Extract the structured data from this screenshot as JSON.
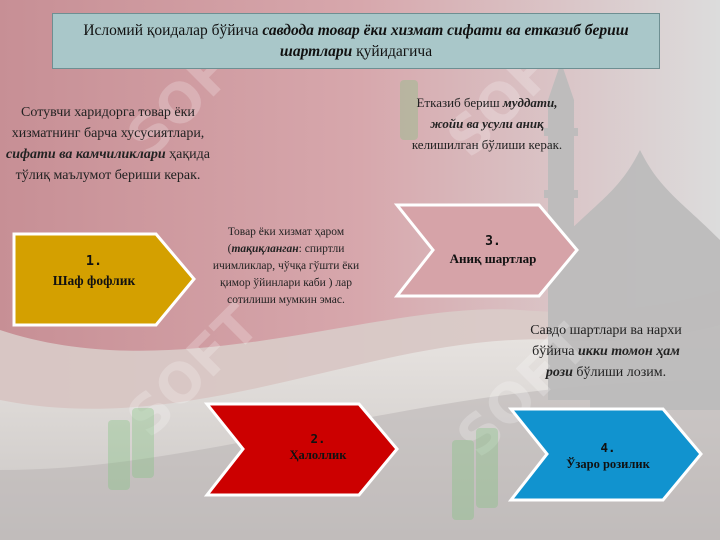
{
  "title": {
    "part1": "Исломий қоидалар бўйича ",
    "bold": "савдода товар ёки хизмат сифати ва етказиб бериш шартлари",
    "part2": " қуйидагича"
  },
  "texts": {
    "seller": {
      "part1": "Сотувчи харидорга товар ёки хизматнинг барча хусусиятлари, ",
      "bold": "сифати ва камчиликлари",
      "part2": " ҳақида тўлиқ маълумот бериши керак."
    },
    "goods": {
      "part1": "Товар ёки хизмат ҳаром (",
      "bold": "тақиқланган",
      "part2": ": спиртли ичимликлар, чўчқа гўшти ёки қимор ўйинлари каби ) лар сотилиши мумкин эмас."
    },
    "delivery": {
      "part1": "Етказиб бериш ",
      "bold": "муддати, жойи ва усули аниқ",
      "part2": " келишилган бўлиши керак."
    },
    "price": {
      "part1": "Савдо шартлари ва нархи бўйича ",
      "bold": "икки томон ҳам рози",
      "part2": " бўлиши лозим."
    }
  },
  "arrows": [
    {
      "num": "1.",
      "label": "Шаф фофлик",
      "color": "#d4a000"
    },
    {
      "num": "2.",
      "label": "Ҳалоллик",
      "color": "#cc0000"
    },
    {
      "num": "3.",
      "label": "Аниқ шартлар",
      "color": "#d6a3a8"
    },
    {
      "num": "4.",
      "label": "Ўзаро розилик",
      "color": "#1193cf"
    }
  ],
  "watermark": "SOFT"
}
